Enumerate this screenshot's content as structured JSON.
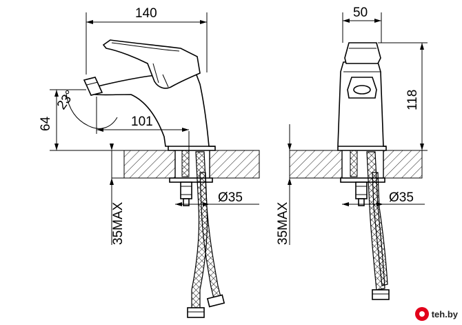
{
  "dimensions": {
    "width_front": "140",
    "width_side": "50",
    "height_side": "118",
    "spout_height": "64",
    "spout_reach": "101",
    "spout_angle": "23°",
    "hole_diameter_front": "Ø35",
    "hole_diameter_side": "Ø35",
    "max_thickness_front": "35MAX",
    "max_thickness_side": "35MAX"
  },
  "watermark": {
    "text": "teh.by",
    "icon": "teh-by-logo-icon"
  },
  "colors": {
    "line": "#000000",
    "watermark_accent": "#e2001a"
  }
}
